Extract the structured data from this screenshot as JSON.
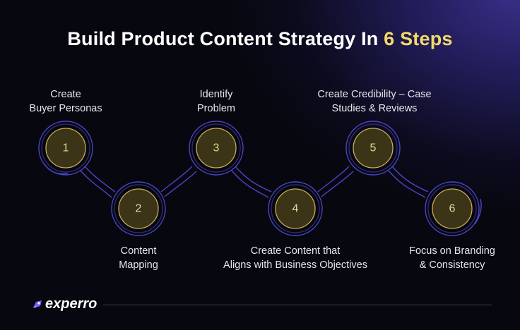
{
  "title": {
    "main": "Build Product Content Strategy In ",
    "accent": "6 Steps"
  },
  "steps": [
    {
      "number": "1",
      "label": "Create\nBuyer Personas"
    },
    {
      "number": "2",
      "label": "Content\nMapping"
    },
    {
      "number": "3",
      "label": "Identify\nProblem"
    },
    {
      "number": "4",
      "label": "Create Content that\nAligns with Business Objectives"
    },
    {
      "number": "5",
      "label": "Create Credibility – Case\nStudies & Reviews"
    },
    {
      "number": "6",
      "label": "Focus on Branding\n& Consistency"
    }
  ],
  "brand": {
    "name": "experro"
  },
  "colors": {
    "accent": "#f2d96b",
    "circle_fill": "#3b3416",
    "circle_stroke": "#c9ad5a",
    "path": "#4b45c9"
  }
}
